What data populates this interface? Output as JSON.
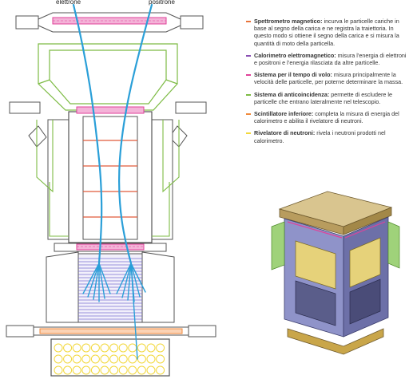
{
  "labels": {
    "electron": "elettrone",
    "positron": "positrone"
  },
  "legend": [
    {
      "title": "Spettrometro magnetico:",
      "text": " incurva le particelle cariche in base al segno della carica e ne registra la traiettoria. In questo modo si ottiene il segno della carica e si misura la quantità di moto della particella.",
      "color": "#e8743b"
    },
    {
      "title": "Calorimetro elettromagnetico:",
      "text": " misura l’energia di elettroni e positroni e l’energia rilasciata da altre particelle.",
      "color": "#8a4fb3"
    },
    {
      "title": "Sistema per il tempo di volo:",
      "text": " misura principalmente la velocità delle particelle, per poterne determinare la massa.",
      "color": "#e0429a"
    },
    {
      "title": "Sistema di anticoincidenza:",
      "text": " permette di escludere le particelle che entrano lateralmente nel telescopio.",
      "color": "#7dbb44"
    },
    {
      "title": "Scintillatore inferiore:",
      "text": " completa la misura di energia del calorimetro e abilita il rivelatore di neutroni.",
      "color": "#f08a3c"
    },
    {
      "title": "Rivelatore di neutroni:",
      "text": " rivela i neutroni prodotti nel calorimetro.",
      "color": "#f2d83c"
    }
  ],
  "colors": {
    "outline": "#555555",
    "track": "#2a9fd8",
    "spectrometer": "#e05a3a",
    "calorimeter": "#7a6fd0",
    "tof": "#e0429a",
    "anticoincidence": "#7dbb44",
    "scintillator": "#f08a3c",
    "neutron": "#f2d83c"
  }
}
